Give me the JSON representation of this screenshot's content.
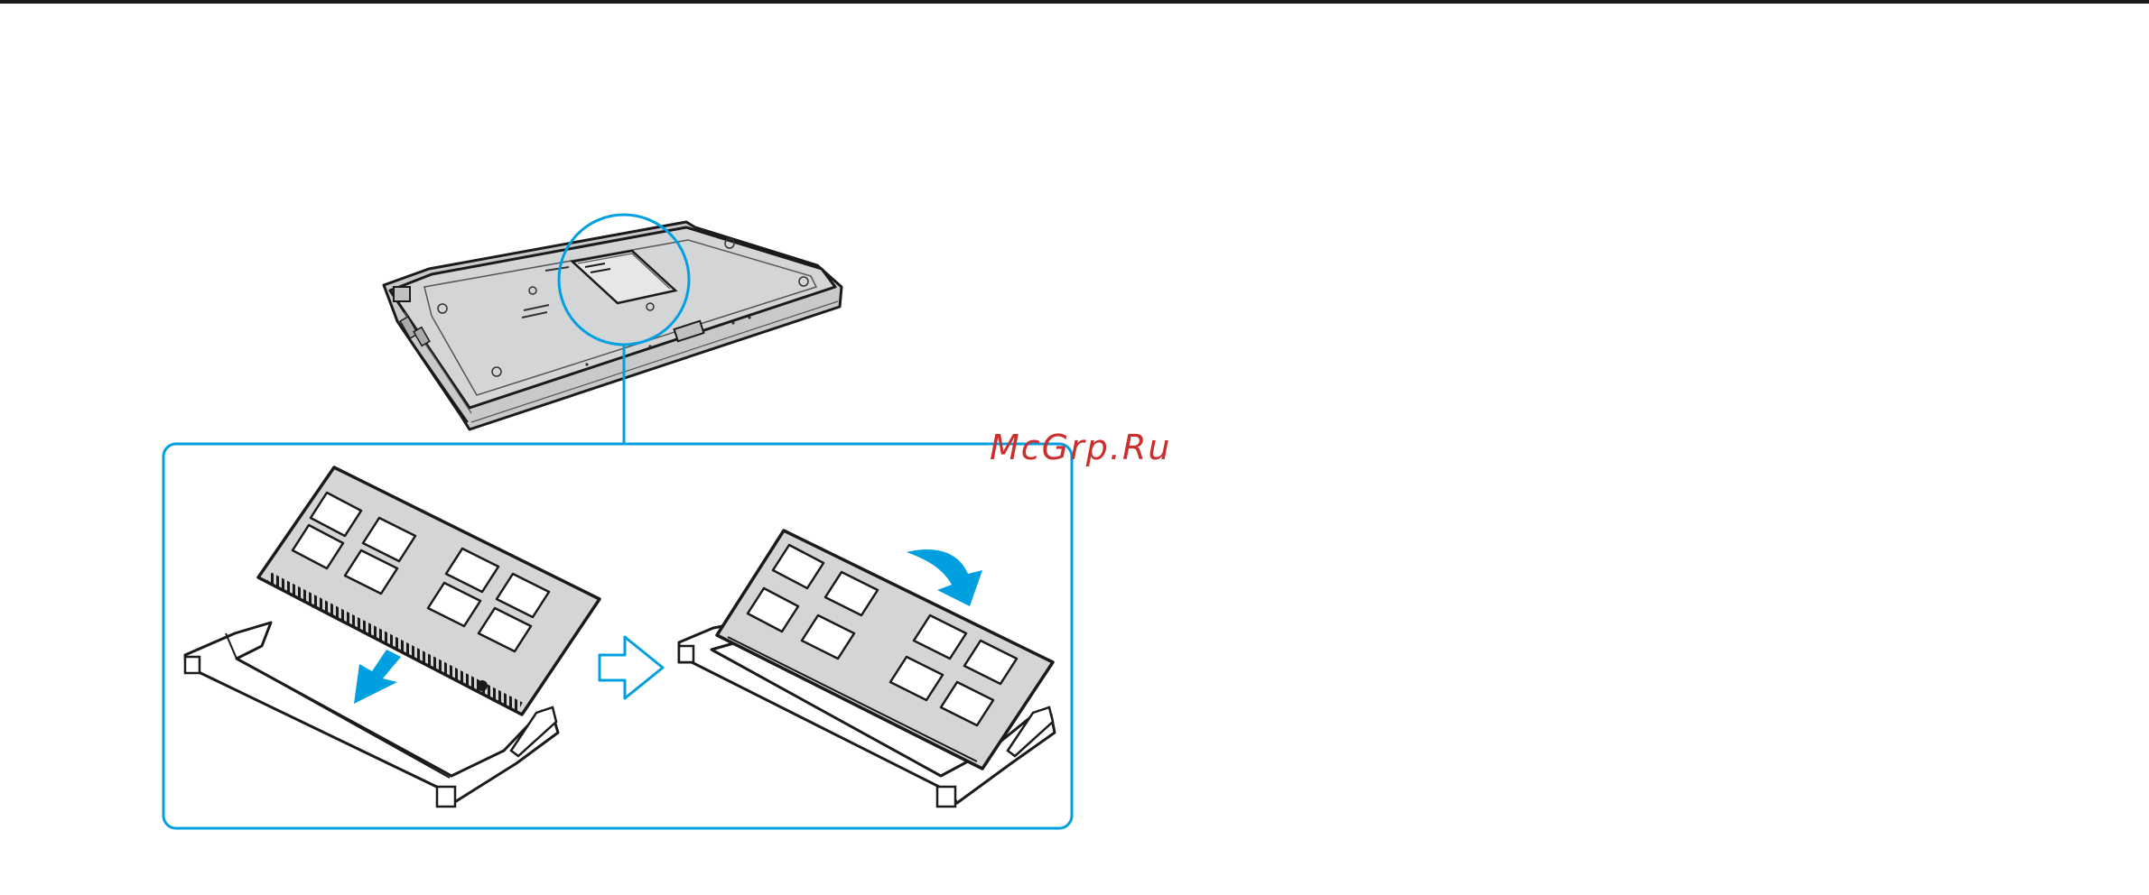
{
  "watermark": {
    "text": "McGrp.Ru",
    "color": "#cc2e2e"
  },
  "colors": {
    "accent": "#00a0e0",
    "line": "#1a1a1a",
    "panel": "#d4d5d6",
    "chip": "#ffffff"
  },
  "figure": {
    "panels": [
      {
        "name": "laptop-bottom-view"
      },
      {
        "name": "insert-module-step"
      },
      {
        "name": "press-down-module-step"
      }
    ],
    "icons": [
      "magnifier-circle",
      "insert-arrow-icon",
      "next-step-arrow-icon",
      "press-down-arrow-icon"
    ]
  }
}
